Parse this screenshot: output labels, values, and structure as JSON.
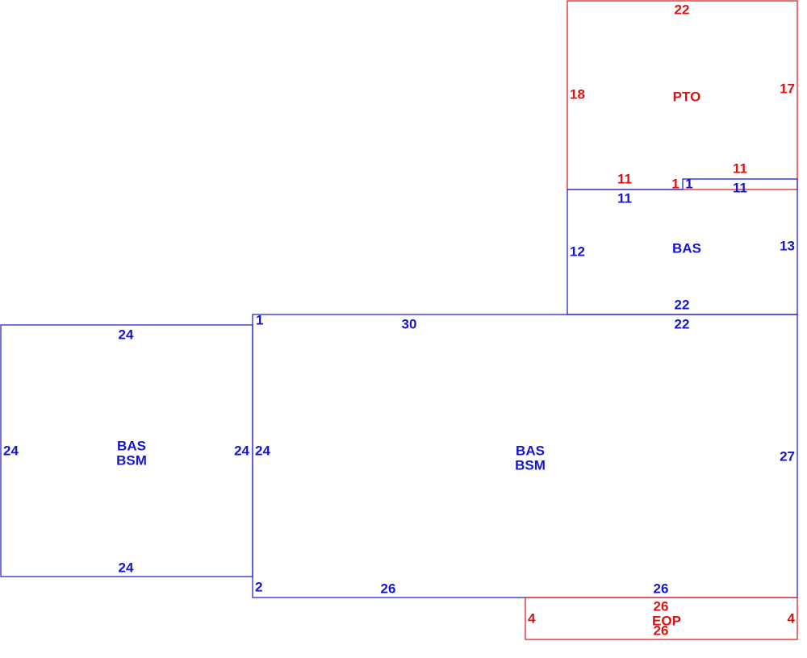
{
  "colors": {
    "blue": "#1414d2",
    "red": "#e01010"
  },
  "areas": [
    {
      "name": "left-addition",
      "color": "blue",
      "labels": [
        "BAS",
        "BSM"
      ]
    },
    {
      "name": "main-house",
      "color": "blue",
      "labels": [
        "BAS",
        "BSM"
      ]
    },
    {
      "name": "upper-room",
      "color": "blue",
      "labels": [
        "BAS"
      ]
    },
    {
      "name": "patio",
      "color": "red",
      "labels": [
        "PTO"
      ]
    },
    {
      "name": "porch",
      "color": "red",
      "labels": [
        "EOP"
      ]
    }
  ],
  "dimensions": {
    "left_addition": {
      "top": "24",
      "bottom": "24",
      "left": "24",
      "right": "24"
    },
    "main_house": {
      "top_left": "30",
      "top_right": "22",
      "left": "24",
      "right": "27",
      "bottom_left": "26",
      "bottom_right": "26",
      "jog_top": "1",
      "jog_bottom": "2"
    },
    "upper_room": {
      "top_left": "11",
      "top_right": "11",
      "left": "12",
      "right": "13",
      "bottom": "22",
      "step": "1"
    },
    "patio": {
      "top": "22",
      "left": "18",
      "right": "17",
      "bottom_left": "11",
      "bottom_right": "11",
      "step": "1"
    },
    "porch": {
      "top": "26",
      "bottom": "26",
      "left": "4",
      "right": "4"
    }
  }
}
